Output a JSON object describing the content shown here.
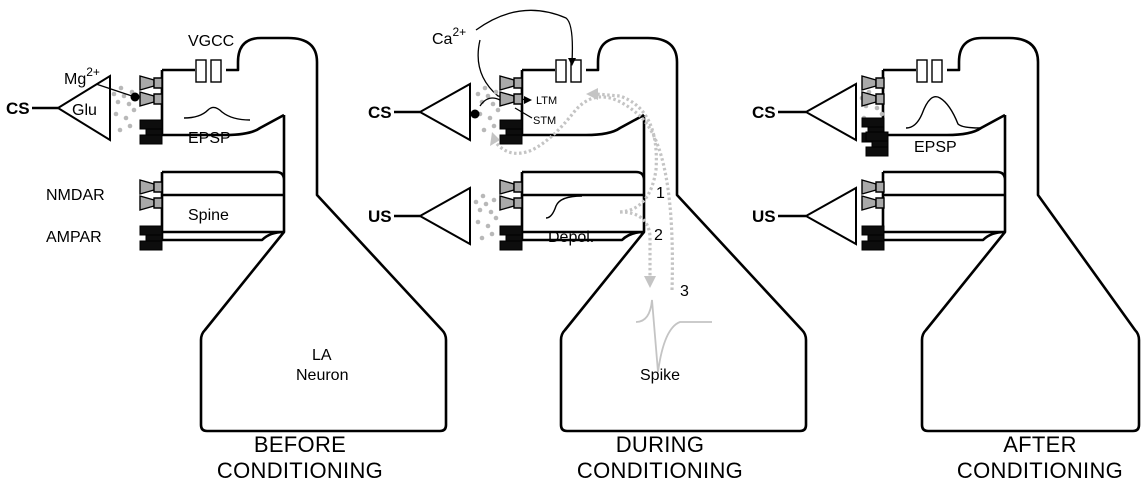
{
  "panels": [
    {
      "caption_line1": "BEFORE",
      "caption_line2": "CONDITIONING",
      "input_cs": "CS",
      "glu": "Glu",
      "mg": "Mg",
      "mg_charge": "2+",
      "vgcc": "VGCC",
      "epsp": "EPSP",
      "nmdar": "NMDAR",
      "ampar": "AMPAR",
      "spine": "Spine",
      "neuron_line1": "LA",
      "neuron_line2": "Neuron"
    },
    {
      "caption_line1": "DURING",
      "caption_line2": "CONDITIONING",
      "input_cs": "CS",
      "input_us": "US",
      "ca": "Ca",
      "ca_charge": "2+",
      "ltm": "LTM",
      "stm": "STM",
      "depol": "Depol.",
      "spike": "Spike",
      "path1": "1",
      "path2": "2",
      "path3": "3"
    },
    {
      "caption_line1": "AFTER",
      "caption_line2": "CONDITIONING",
      "input_cs": "CS",
      "input_us": "US",
      "epsp": "EPSP"
    }
  ]
}
